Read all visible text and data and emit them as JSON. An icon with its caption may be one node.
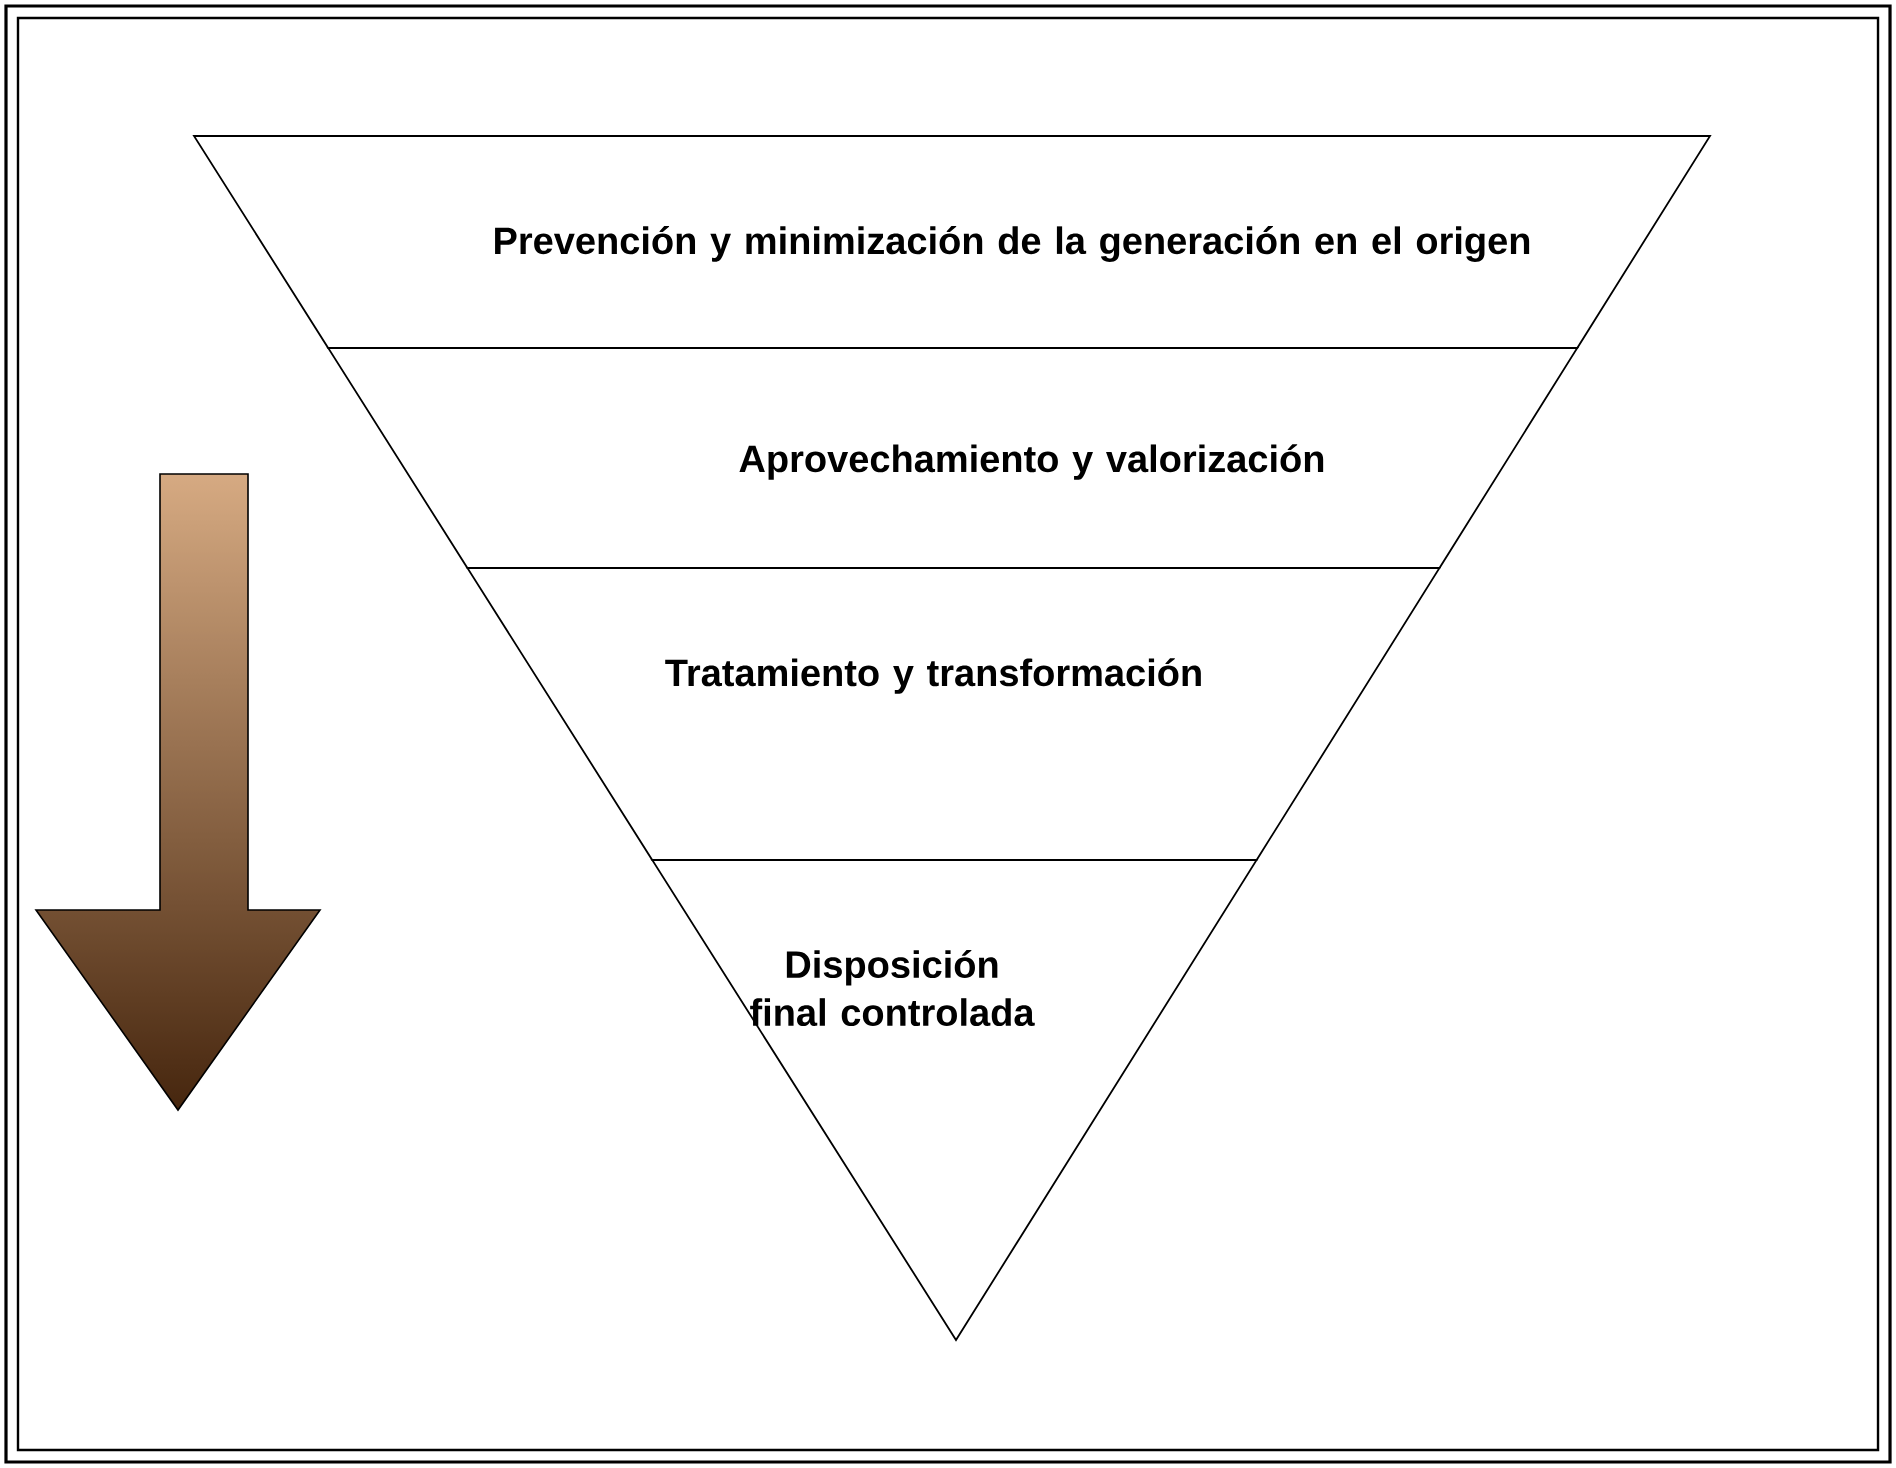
{
  "diagram": {
    "nodes": [
      {
        "text": [
          "Prevención y minimización de la generación en el origen"
        ]
      },
      {
        "text": [
          "Aprovechamiento y valorización"
        ]
      },
      {
        "text": [
          "Tratamiento y transformación"
        ]
      },
      {
        "text": [
          "Disposición final controlada"
        ]
      }
    ]
  }
}
